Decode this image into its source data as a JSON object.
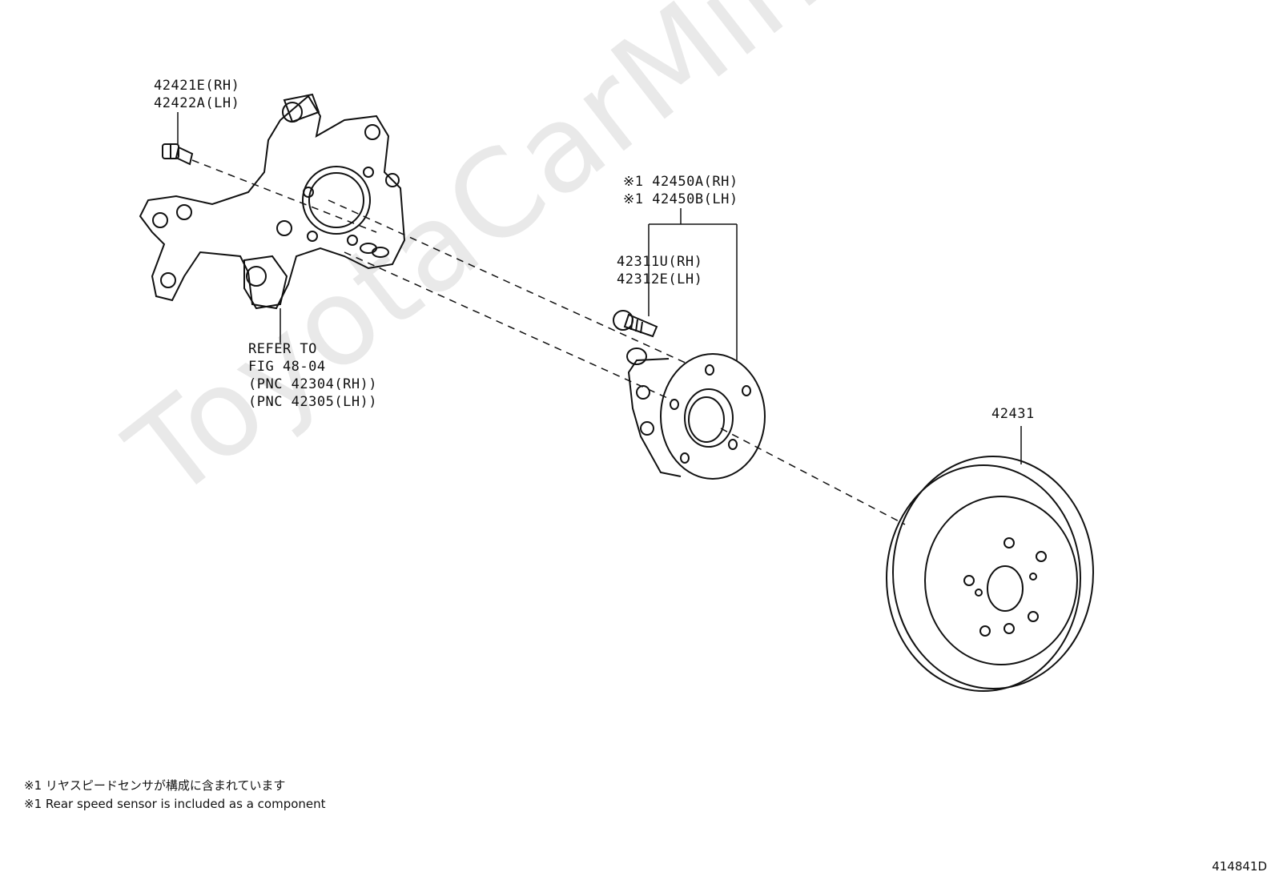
{
  "watermark": "ToyotaCarMine.ru",
  "labels": {
    "bolt_rh": "42421E(RH)",
    "bolt_lh": "42422A(LH)",
    "knuckle_ref": [
      "REFER TO",
      "FIG 48-04",
      "(PNC 42304(RH))",
      "(PNC 42305(LH))"
    ],
    "hub_rh": "※1 42450A(RH)",
    "hub_lh": "※1 42450B(LH)",
    "stud_rh": "42311U(RH)",
    "stud_lh": "42312E(LH)",
    "disc": "42431"
  },
  "notes": {
    "jp": "※1 リヤスピードセンサが構成に含まれています",
    "en": "※1 Rear speed sensor is included as a component"
  },
  "illustration_code": "414841D"
}
